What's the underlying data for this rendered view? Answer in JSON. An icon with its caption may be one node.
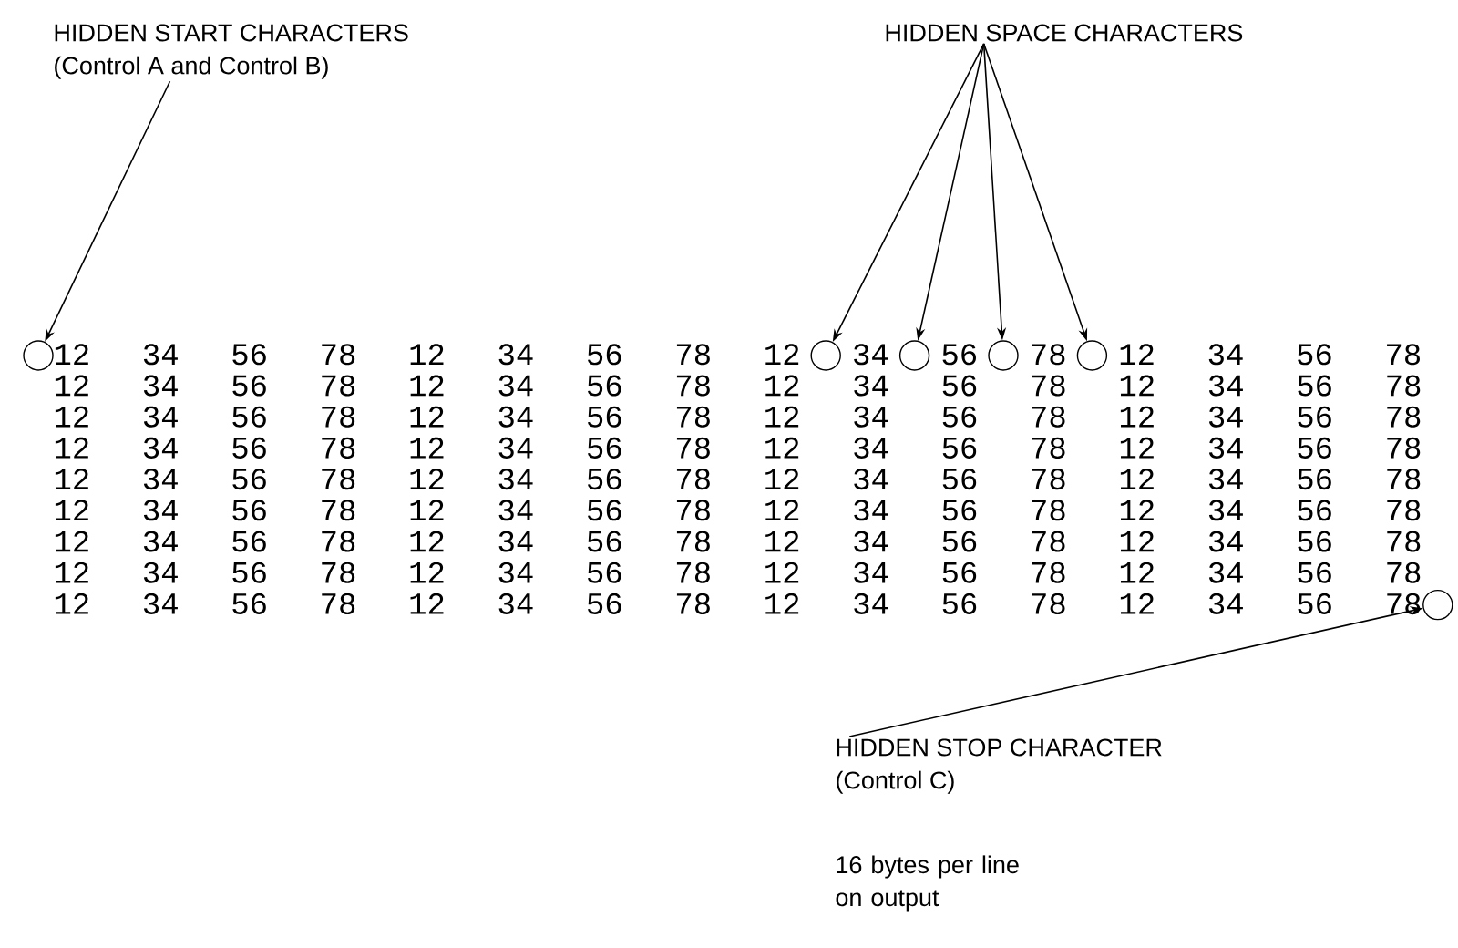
{
  "diagram": {
    "nodes": [
      {
        "text": [
          "HIDDEN START CHARACTERS",
          "(Control A and Control B)"
        ]
      },
      {
        "text": [
          "HIDDEN SPACE CHARACTERS"
        ]
      },
      {
        "text": [
          "HIDDEN STOP CHARACTER",
          "(Control C)"
        ]
      },
      {
        "text": [],
        "shape": "circle"
      },
      {
        "text": [],
        "shape": "circle"
      },
      {
        "text": [],
        "shape": "circle"
      },
      {
        "text": [],
        "shape": "circle"
      },
      {
        "text": [],
        "shape": "circle"
      },
      {
        "text": [],
        "shape": "circle"
      }
    ],
    "edges": [
      {
        "from": 0,
        "to": 3,
        "arrow": "to"
      },
      {
        "from": 1,
        "to": 4,
        "arrow": "to"
      },
      {
        "from": 1,
        "to": 5,
        "arrow": "to"
      },
      {
        "from": 1,
        "to": 6,
        "arrow": "to"
      },
      {
        "from": 1,
        "to": 7,
        "arrow": "to"
      },
      {
        "from": 2,
        "to": 8,
        "arrow": "to"
      }
    ],
    "labels": [
      "12 34 56 78 12 34 56 78 12",
      "34",
      "56",
      "78",
      "12 34 56 78",
      "12 34 56 78 12 34 56 78 12 34 56 78 12 34 56 78",
      "12 34 56 78 12 34 56 78 12 34 56 78 12 34 56 78",
      "12 34 56 78 12 34 56 78 12 34 56 78 12 34 56 78",
      "12 34 56 78 12 34 56 78 12 34 56 78 12 34 56 78",
      "12 34 56 78 12 34 56 78 12 34 56 78 12 34 56 78",
      "12 34 56 78 12 34 56 78 12 34 56 78 12 34 56 78",
      "12 34 56 78 12 34 56 78 12 34 56 78 12 34 56 78",
      "12 34 56 78 12 34 56 78 12 34 56 78 12 34 56 78",
      "16 bytes per line on output"
    ]
  }
}
